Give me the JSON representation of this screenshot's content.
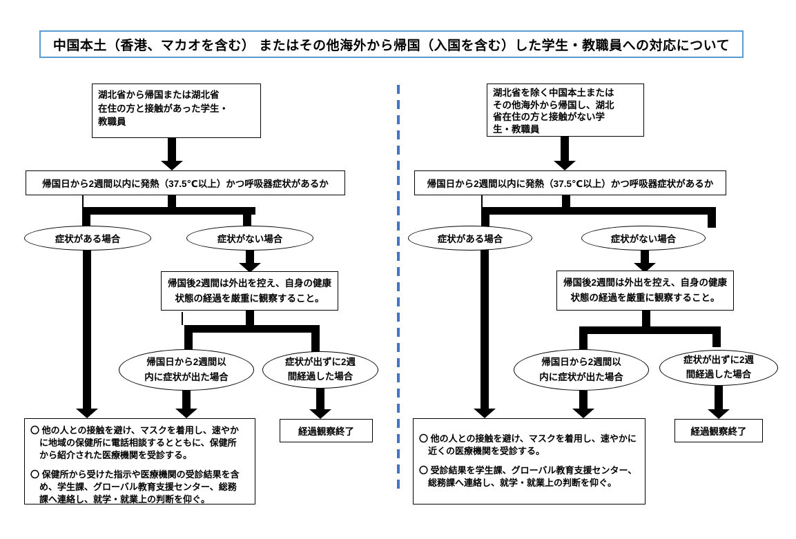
{
  "title": "中国本土（香港、マカオを含む） またはその他海外から帰国（入国を含む）した学生・教職員への対応について",
  "colors": {
    "separator_blue": "#4472C4",
    "title_border_blue": "#5B9BD5",
    "line_black": "#000000"
  },
  "left_chart": {
    "top_box_lines": [
      "湖北省から帰国または湖北省",
      "在住の方と接触があった学生・",
      "教職員"
    ],
    "question_box": "帰国日から2週間以内に発熱（37.5℃以上）かつ呼吸器症状があるか",
    "oval_has_symptoms": "症状がある場合",
    "oval_no_symptoms": "症状がない場合",
    "observe_box_lines": [
      "帰国後2週間は外出を控え、自身の健康",
      "状態の経過を厳重に観察すること。"
    ],
    "oval_symptoms_appeared_lines": [
      "帰国日から2週間以",
      "内に症状が出た場合"
    ],
    "oval_passed_2weeks_lines": [
      "症状が出ずに2週",
      "間経過した場合"
    ],
    "action_box": {
      "bullet1_lines": [
        "〇 他の人との接触を避け、マスクを着用し、速やか",
        "　に地域の保健所に電話相談するとともに、保健所",
        "　から紹介された医療機関を受診する。"
      ],
      "bullet2_lines": [
        "〇 保健所から受けた指示や医療機関の受診結果を含",
        "　め、学生課、グローバル教育支援センター、総務",
        "　課へ連絡し、就学・就業上の判断を仰ぐ。"
      ]
    },
    "end_box": "経過観察終了"
  },
  "right_chart": {
    "top_box_lines": [
      "湖北省を除く中国本土または",
      "その他海外から帰国し、湖北",
      "省在住の方と接触がない学",
      "生・教職員"
    ],
    "question_box": "帰国日から2週間以内に発熱（37.5℃以上）かつ呼吸器症状があるか",
    "oval_has_symptoms": "症状がある場合",
    "oval_no_symptoms": "症状がない場合",
    "observe_box_lines": [
      "帰国後2週間は外出を控え、自身の健康",
      "状態の経過を厳重に観察すること。"
    ],
    "oval_symptoms_appeared_lines": [
      "帰国日から2週間以",
      "内に症状が出た場合"
    ],
    "oval_passed_2weeks_lines": [
      "症状が出ずに2週",
      "間経過した場合"
    ],
    "action_box": {
      "bullet1_lines": [
        "〇 他の人との接触を避け、マスクを着用し、速やかに",
        "　近くの医療機関を受診する。"
      ],
      "bullet2_lines": [
        "〇 受診結果を学生課、グローバル教育支援センター、",
        "　総務課へ連絡し、就学・就業上の判断を仰ぐ。"
      ]
    },
    "end_box": "経過観察終了"
  }
}
